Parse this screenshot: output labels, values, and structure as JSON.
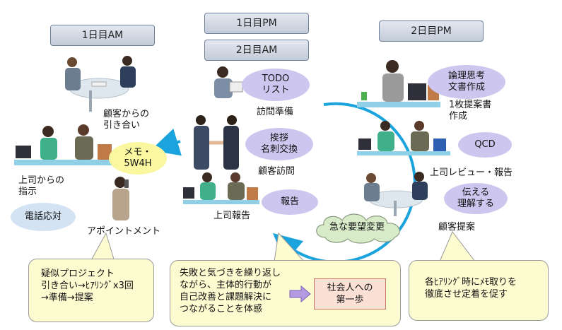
{
  "headers": {
    "day1_am": "1日目AM",
    "day1_pm": "1日目PM",
    "day2_am": "2日目AM",
    "day2_pm": "2日目PM"
  },
  "left": {
    "customer_intro": "顧客からの\n引き合い",
    "memo_bubble": "メモ・\n5W4H",
    "boss_instruction": "上司からの\n指示",
    "phone_bubble": "電話応対",
    "appointment": "アポイントメント"
  },
  "center": {
    "todo_bubble": "TODO\nリスト",
    "visit_prep": "訪問準備",
    "greeting_bubble": "挨拶\n名刺交換",
    "customer_visit": "顧客訪問",
    "report_bubble": "報告",
    "boss_report": "上司報告"
  },
  "right": {
    "logic_bubble": "論理思考\n文書作成",
    "one_page": "1枚提案書\n作成",
    "qcd_bubble": "QCD",
    "boss_review": "上司レビュー・報告",
    "convey_bubble": "伝える\n理解する",
    "sudden_change": "急な要望変更",
    "customer_proposal": "顧客提案"
  },
  "callouts": {
    "left": "疑似プロジェクト\n引き合い→ﾋｱﾘﾝｸﾞx3回\n→準備→提案",
    "center": "失敗と気づきを繰り返し\nながら、主体的行動が\n自己改善と課題解決に\nつながることを体感",
    "goal": "社会人への\n第一歩",
    "right": "各ﾋｱﾘﾝｸﾞ時にﾒﾓ取りを\n徹底させ定着を促す"
  },
  "colors": {
    "cycle": "#1aa3dc",
    "bubble": "#cdc6ef",
    "callout": "#fdfbd0",
    "goal": "#fbe0d6",
    "goal_arrow": "#b49ae0"
  }
}
